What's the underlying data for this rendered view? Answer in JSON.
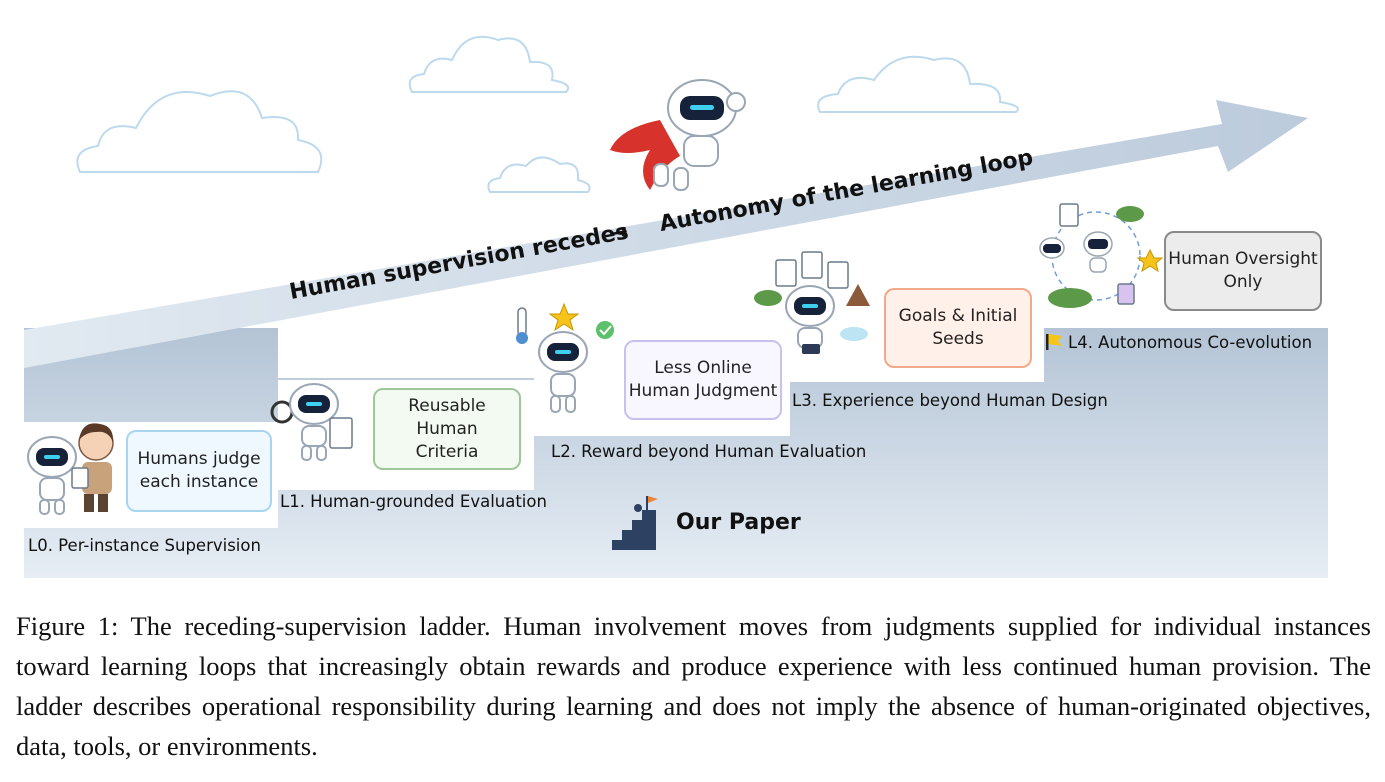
{
  "arrow": {
    "left_text": "Human supervision recedes",
    "connector": "→",
    "right_text": "Autonomy of the learning loop"
  },
  "levels": [
    {
      "label": "L0. Per-instance Supervision",
      "box_text": "Humans judge\neach instance",
      "box_border": "#a9d4ef",
      "box_fill": "#eef8fe"
    },
    {
      "label": "L1. Human-grounded Evaluation",
      "box_text": "Reusable Human\nCriteria",
      "box_border": "#9fc79a",
      "box_fill": "#f3faf1"
    },
    {
      "label": "L2. Reward beyond Human Evaluation",
      "box_text": "Less Online\nHuman Judgment",
      "box_border": "#c9c0ef",
      "box_fill": "#f8f6ff"
    },
    {
      "label": "L3. Experience beyond Human Design",
      "box_text": "Goals & Initial\nSeeds",
      "box_border": "#f0a98a",
      "box_fill": "#fff1ea"
    },
    {
      "label": "L4.  Autonomous Co-evolution",
      "box_text": "Human Oversight\nOnly",
      "box_border": "#8a8a8a",
      "box_fill": "#ececec"
    }
  ],
  "our_paper": "Our Paper",
  "caption": "Figure 1: The receding-supervision ladder. Human involvement moves from judgments supplied for individual instances toward learning loops that increasingly obtain rewards and produce experience with less continued human provision. The ladder describes operational responsibility during learning and does not imply the absence of human-originated objectives, data, tools, or environments.",
  "colors": {
    "staircase_top": "#a3b6cb",
    "staircase_bottom": "#e6edf4",
    "arrow": "#c5d3e2",
    "robot_visor": "#16223a",
    "robot_eye": "#3fd0f0",
    "cape": "#d8322c"
  }
}
